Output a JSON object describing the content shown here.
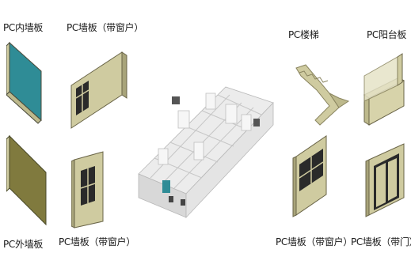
{
  "labels": {
    "inner_wall": "PC内墙板",
    "wall_window_top": "PC墙板（带窗户）",
    "stair": "PC楼梯",
    "balcony": "PC阳台板",
    "outer_wall": "PC外墙板",
    "wall_window_bottom": "PC墙板（带窗户）",
    "wall_window_right": "PC墙板（带窗户）",
    "wall_door": "PC墙板（带门）"
  },
  "colors": {
    "inner_wall_face": "#2f8c96",
    "panel_face": "#cfcba0",
    "panel_edge": "#8a8560",
    "outer_wall_face": "#807a3e",
    "window_frame": "#2a2a2a",
    "plan_wall": "#dcdcdc"
  }
}
